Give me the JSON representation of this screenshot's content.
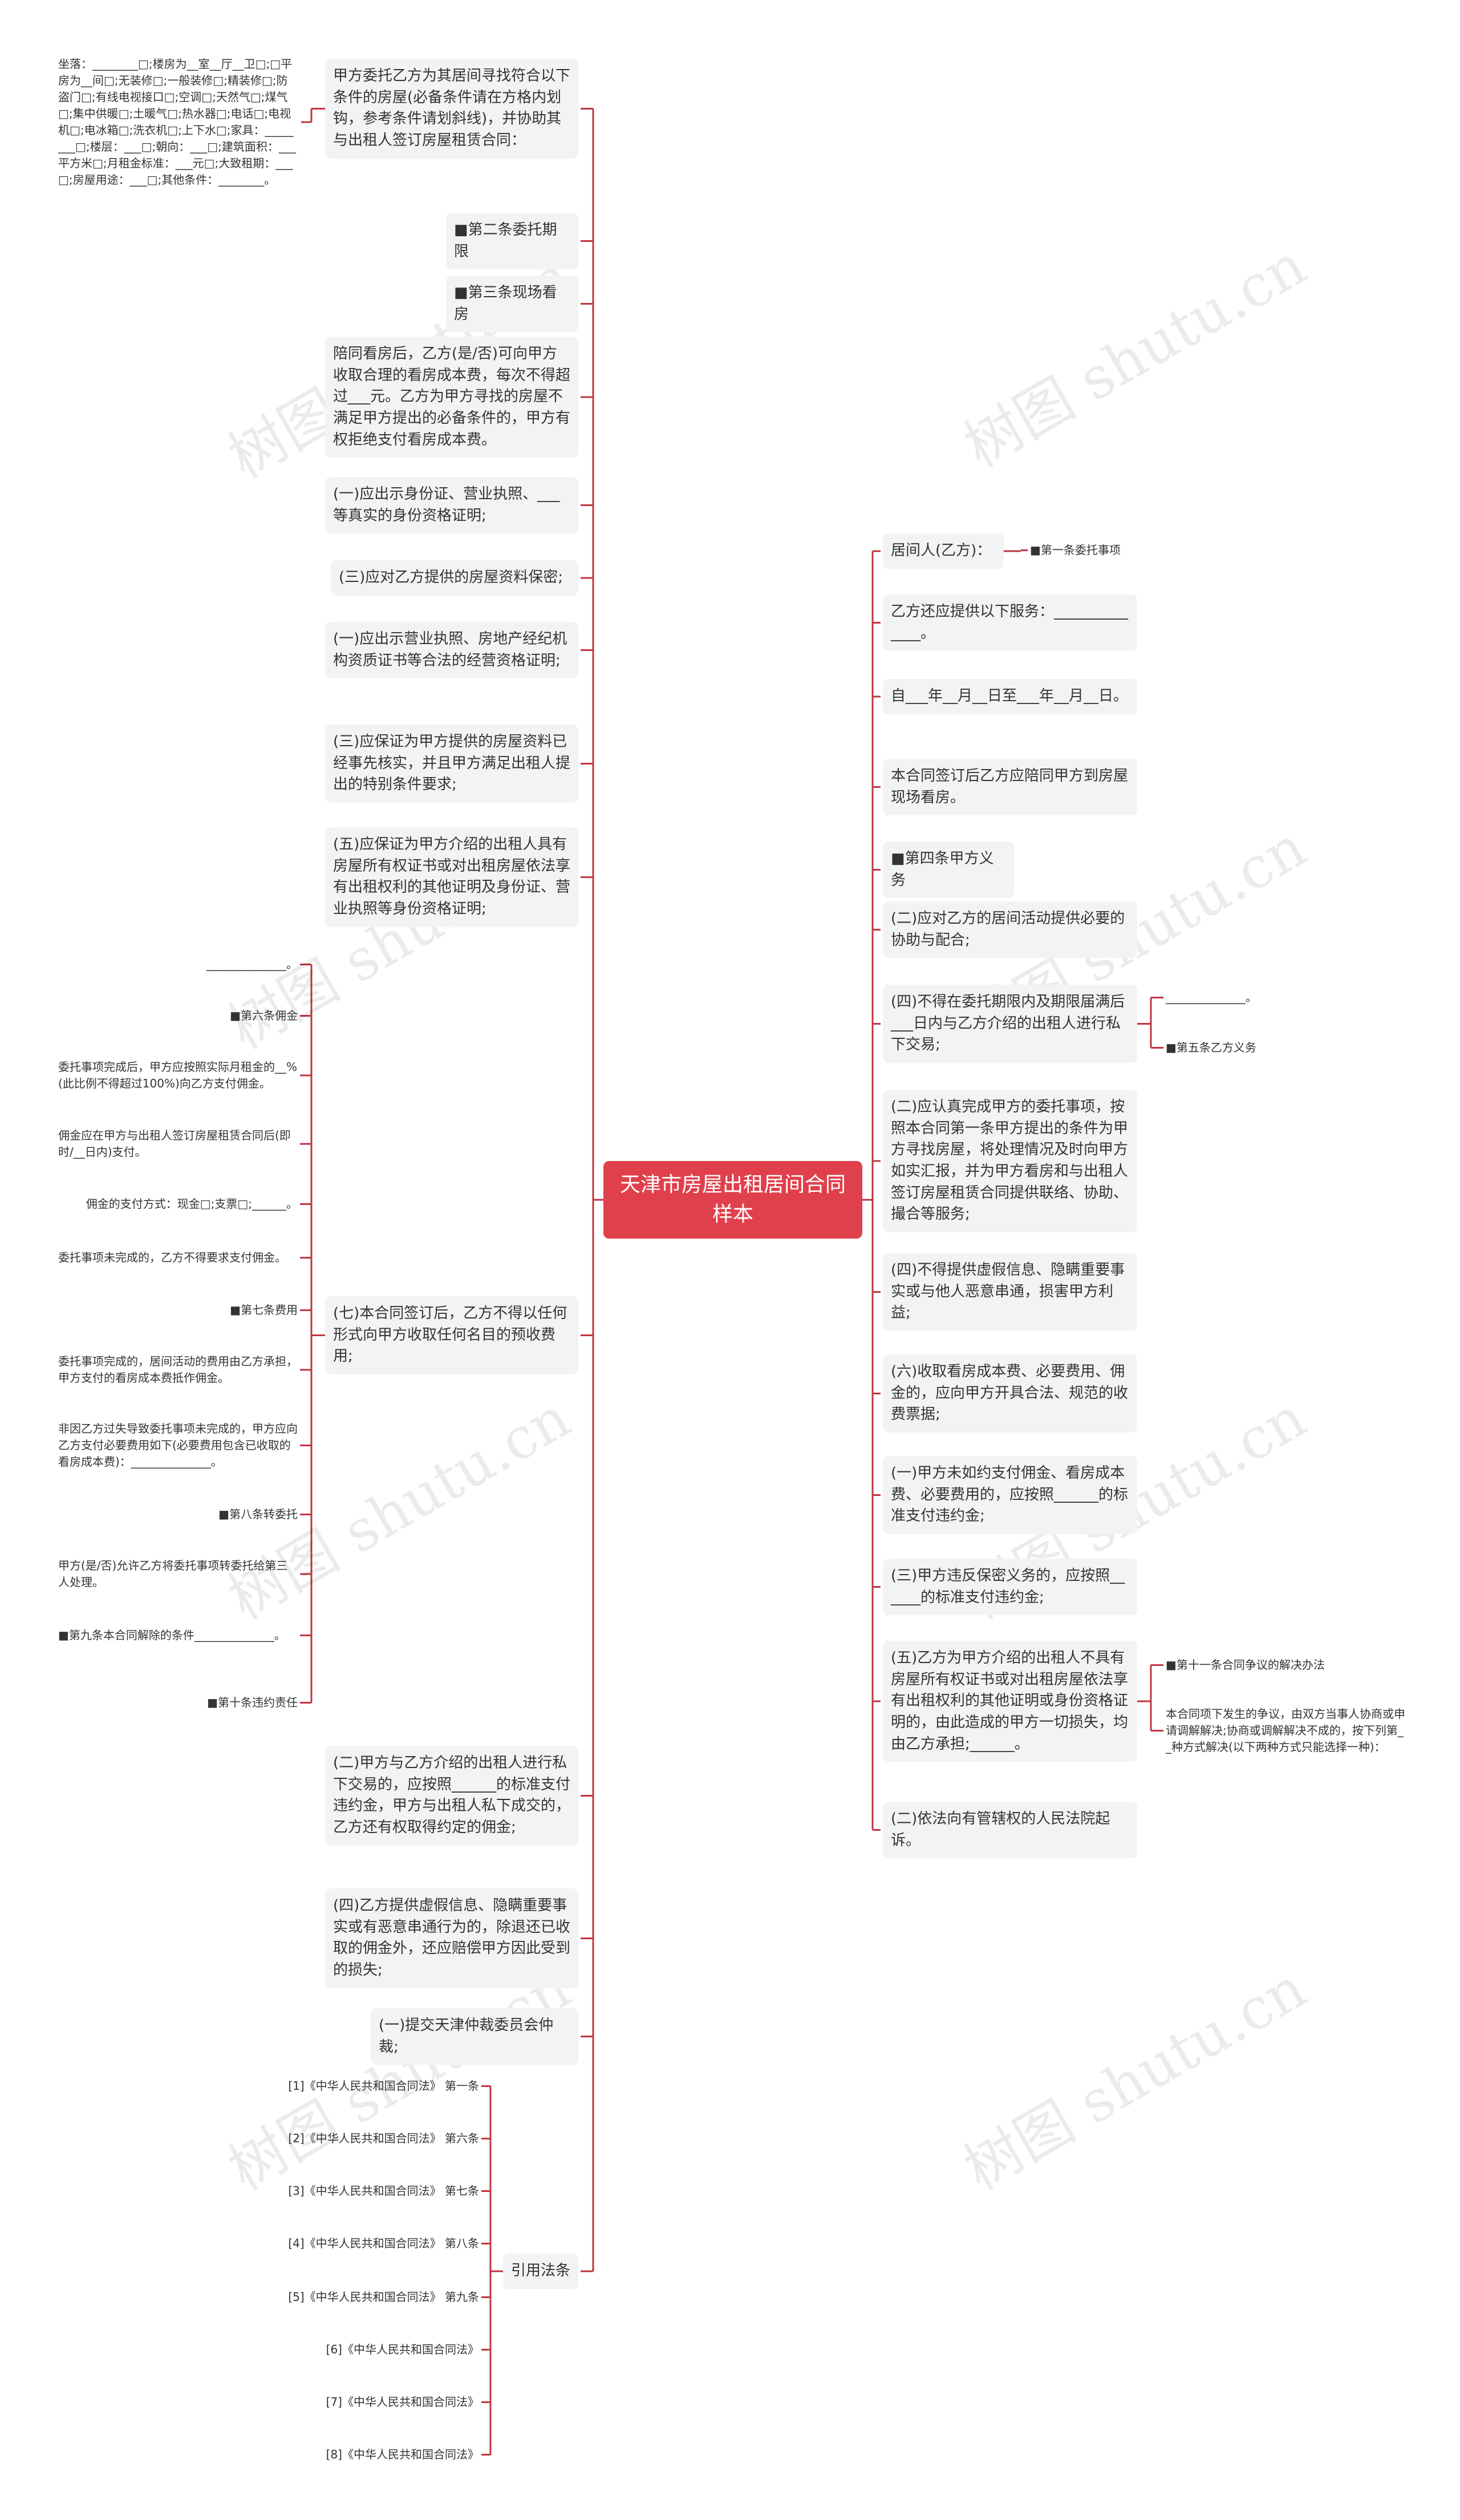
{
  "root": {
    "label": "天津市房屋出租居间合同样本"
  },
  "colors": {
    "root": "#e0404c",
    "connector": "#c0343f",
    "box": "#f1f3f5",
    "text": "#333333"
  },
  "watermark": "树图 shutu.cn",
  "left": {
    "n1": "甲方委托乙方为其居间寻找符合以下条件的房屋(必备条件请在方格内划钩，参考条件请划斜线)，并协助其与出租人签订房屋租赁合同：",
    "n1_detail": "坐落：________□;楼房为__室__厅__卫□;□平房为__间□;无装修□;一般装修□;精装修□;防盗门□;有线电视接口□;空调□;天然气□;煤气□;集中供暖□;土暖气□;热水器□;电话□;电视机□;电冰箱□;洗衣机□;上下水□;家具：________□;楼层：___□;朝向：___□;建筑面积：___平方米□;月租金标准：___元□;大致租期：___□;房屋用途：___□;其他条件：________。",
    "n2": "■第二条委托期限",
    "n3": "■第三条现场看房",
    "n4": "陪同看房后，乙方(是/否)可向甲方收取合理的看房成本费，每次不得超过___元。乙方为甲方寻找的房屋不满足甲方提出的必备条件的，甲方有权拒绝支付看房成本费。",
    "n5": "(一)应出示身份证、营业执照、___等真实的身份资格证明;",
    "n6": "(三)应对乙方提供的房屋资料保密;",
    "n7": "(一)应出示营业执照、房地产经纪机构资质证书等合法的经营资格证明;",
    "n8": "(三)应保证为甲方提供的房屋资料已经事先核实，并且甲方满足出租人提出的特别条件要求;",
    "n9": "(五)应保证为甲方介绍的出租人具有房屋所有权证书或对出租房屋依法享有出租权利的其他证明及身份证、营业执照等身份资格证明;",
    "n10": "(七)本合同签订后，乙方不得以任何形式向甲方收取任何名目的预收费用;",
    "n10_children": [
      "______________。",
      "■第六条佣金",
      "委托事项完成后，甲方应按照实际月租金的__%(此比例不得超过100%)向乙方支付佣金。",
      "佣金应在甲方与出租人签订房屋租赁合同后(即时/__日内)支付。",
      "佣金的支付方式：现金□;支票□;______。",
      "委托事项未完成的，乙方不得要求支付佣金。",
      "■第七条费用",
      "委托事项完成的，居间活动的费用由乙方承担，甲方支付的看房成本费抵作佣金。",
      "非因乙方过失导致委托事项未完成的，甲方应向乙方支付必要费用如下(必要费用包含已收取的看房成本费)：______________。",
      "■第八条转委托",
      "甲方(是/否)允许乙方将委托事项转委托给第三人处理。",
      "■第九条本合同解除的条件______________。",
      "■第十条违约责任"
    ],
    "n11": "(二)甲方与乙方介绍的出租人进行私下交易的，应按照______的标准支付违约金，甲方与出租人私下成交的，乙方还有权取得约定的佣金;",
    "n12": "(四)乙方提供虚假信息、隐瞒重要事实或有恶意串通行为的，除退还已收取的佣金外，还应赔偿甲方因此受到的损失;",
    "n13": "(一)提交天津仲裁委员会仲裁;",
    "n14": "引用法条",
    "refs": [
      "[1]《中华人民共和国合同法》 第一条",
      "[2]《中华人民共和国合同法》 第六条",
      "[3]《中华人民共和国合同法》 第七条",
      "[4]《中华人民共和国合同法》 第八条",
      "[5]《中华人民共和国合同法》 第九条",
      "[6]《中华人民共和国合同法》",
      "[7]《中华人民共和国合同法》",
      "[8]《中华人民共和国合同法》"
    ]
  },
  "right": {
    "r1": "居间人(乙方)：",
    "r1_child": "■第一条委托事项",
    "r2": "乙方还应提供以下服务：______________。",
    "r3": "自___年__月__日至___年__月__日。",
    "r4": "本合同签订后乙方应陪同甲方到房屋现场看房。",
    "r5": "■第四条甲方义务",
    "r6": "(二)应对乙方的居间活动提供必要的协助与配合;",
    "r7": "(四)不得在委托期限内及期限届满后___日内与乙方介绍的出租人进行私下交易;",
    "r7_children": [
      "______________。",
      "■第五条乙方义务"
    ],
    "r8": "(二)应认真完成甲方的委托事项，按照本合同第一条甲方提出的条件为甲方寻找房屋，将处理情况及时向甲方如实汇报，并为甲方看房和与出租人签订房屋租赁合同提供联络、协助、撮合等服务;",
    "r9": "(四)不得提供虚假信息、隐瞒重要事实或与他人恶意串通，损害甲方利益;",
    "r10": "(六)收取看房成本费、必要费用、佣金的，应向甲方开具合法、规范的收费票据;",
    "r11": "(一)甲方未如约支付佣金、看房成本费、必要费用的，应按照______的标准支付违约金;",
    "r12": "(三)甲方违反保密义务的，应按照______的标准支付违约金;",
    "r13": "(五)乙方为甲方介绍的出租人不具有房屋所有权证书或对出租房屋依法享有出租权利的其他证明或身份资格证明的，由此造成的甲方一切损失，均由乙方承担;______。",
    "r13_children": [
      "■第十一条合同争议的解决办法",
      "本合同项下发生的争议，由双方当事人协商或申请调解解决;协商或调解解决不成的，按下列第__种方式解决(以下两种方式只能选择一种)："
    ],
    "r14": "(二)依法向有管辖权的人民法院起诉。"
  }
}
